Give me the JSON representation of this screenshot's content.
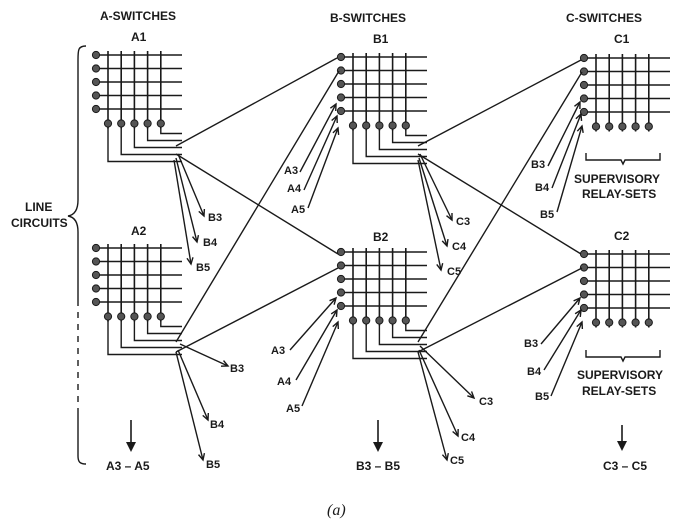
{
  "headers": {
    "a": "A-SWITCHES",
    "b": "B-SWITCHES",
    "c": "C-SWITCHES"
  },
  "switches": {
    "a1": "A1",
    "a2": "A2",
    "b1": "B1",
    "b2": "B2",
    "c1": "C1",
    "c2": "C2"
  },
  "line_circuits": [
    "LINE",
    "CIRCUITS"
  ],
  "a1_outs": [
    "B3",
    "B4",
    "B5"
  ],
  "a2_outs": [
    "B3",
    "B4",
    "B5"
  ],
  "b1_ins": [
    "A3",
    "A4",
    "A5"
  ],
  "b2_ins": [
    "A3",
    "A4",
    "A5"
  ],
  "b1_outs": [
    "C3",
    "C4",
    "C5"
  ],
  "b2_outs": [
    "C3",
    "C4",
    "C5"
  ],
  "c1_ins": [
    "B3",
    "B4",
    "B5"
  ],
  "c2_ins": [
    "B3",
    "B4",
    "B5"
  ],
  "supervisory": [
    "SUPERVISORY",
    "RELAY-SETS"
  ],
  "bottom": {
    "a": "A3 – A5",
    "b": "B3 – B5",
    "c": "C3 – C5"
  },
  "caption": "(a)"
}
